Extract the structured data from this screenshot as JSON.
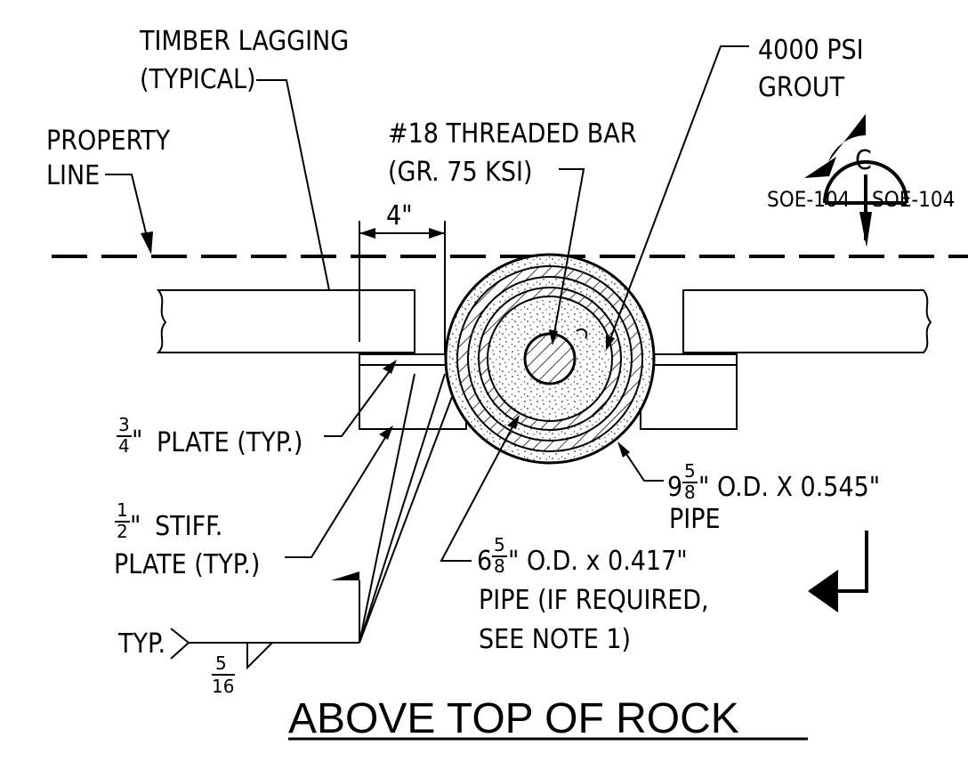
{
  "labels": {
    "timber_lagging": [
      "TIMBER LAGGING",
      "(TYPICAL)"
    ],
    "property_line": [
      "PROPERTY",
      "LINE"
    ],
    "threaded_bar": [
      "#18 THREADED BAR",
      "(GR. 75 KSI)"
    ],
    "grout": [
      "4000 PSI",
      "GROUT"
    ],
    "dimension": "4\"",
    "plate": "PLATE (TYP.)",
    "plate_fraction": {
      "num": "3",
      "den": "4",
      "unit": "\""
    },
    "stiff_plate": [
      "STIFF.",
      "PLATE (TYP.)"
    ],
    "stiff_fraction": {
      "num": "1",
      "den": "2",
      "unit": "\""
    },
    "outer_pipe": {
      "whole": "9",
      "num": "5",
      "den": "8",
      "rest": "\" O.D. X 0.545\"",
      "line2": "PIPE"
    },
    "inner_pipe": {
      "whole": "6",
      "num": "5",
      "den": "8",
      "rest": "\" O.D. x 0.417\"",
      "line2": "PIPE (IF REQUIRED,",
      "line3": "SEE NOTE 1)"
    },
    "weld_typ": "TYP.",
    "weld_size": {
      "num": "5",
      "den": "16"
    },
    "section_symbol": {
      "letter": "C",
      "left_ref": "SOE-104",
      "right_ref": "SOE-104"
    },
    "title": "ABOVE TOP OF ROCK"
  },
  "icons": [
    "section-marker-icon",
    "direction-arrow-icon",
    "weld-flag-icon"
  ],
  "colors": {
    "line": "#000000",
    "background": "#ffffff"
  }
}
